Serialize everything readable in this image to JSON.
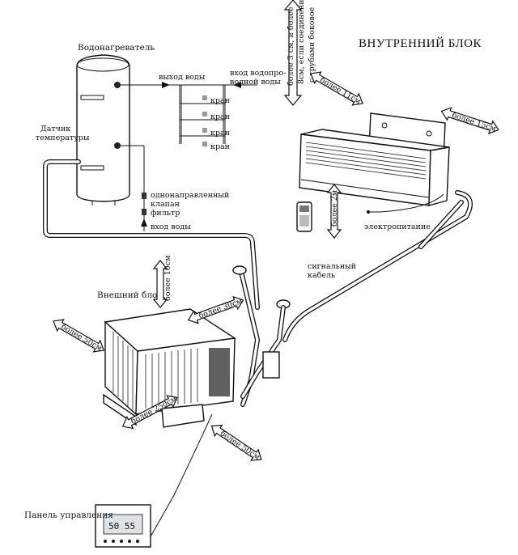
{
  "title": "ВНУТРЕННИЙ БЛОК",
  "labels": {
    "water_heater": "Водонагреватель",
    "water_out": "выход воды",
    "water_supply_1": "вход водопро-",
    "water_supply_2": "водной воды",
    "valve": "кран",
    "temp_sensor_1": "Датчик",
    "temp_sensor_2": "температуры",
    "check_valve_1": "однонаправленный",
    "check_valve_2": "клапан",
    "filter": "фильтр",
    "water_in": "вход воды",
    "outdoor_unit": "Внешний блок",
    "signal_cable_1": "сигнальный",
    "signal_cable_2": "кабель",
    "power": "электропитание",
    "control_panel": "Панель управления",
    "lcd_reading": "50 55"
  },
  "clearances": {
    "top_note_1": "более 3 см, и более",
    "top_note_2": "8см, если соединение",
    "top_note_3": "с трубами боковое",
    "indoor_left": "более 11см",
    "indoor_right": "более 15см",
    "indoor_below": "более 2м",
    "outdoor_top": "более 10см",
    "outdoor_right": "более 30см",
    "outdoor_left": "более 50см",
    "outdoor_front": "более 250см",
    "outdoor_back": "более 50см"
  }
}
